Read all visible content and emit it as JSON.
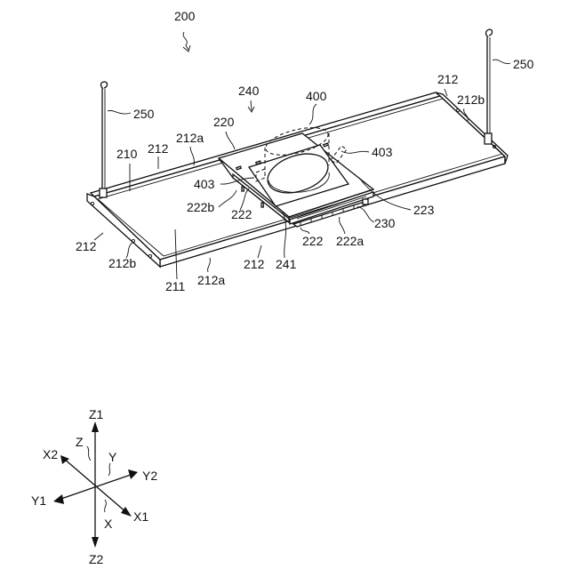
{
  "figure": {
    "number": "200",
    "labels": {
      "l250_left": "250",
      "l250_right": "250",
      "l240": "240",
      "l400": "400",
      "l220": "220",
      "l212_top_right": "212",
      "l212b_top_right": "212b",
      "l210": "210",
      "l212_top_left": "212",
      "l212a_top_left": "212a",
      "l403_right": "403",
      "l403_left": "403",
      "l222b": "222b",
      "l222_left": "222",
      "l223": "223",
      "l230": "230",
      "l222_bottom": "222",
      "l222a": "222a",
      "l212_left": "212",
      "l212b_left": "212b",
      "l212_bottom": "212",
      "l241": "241",
      "l211": "211",
      "l212a_bottom": "212a"
    }
  },
  "axes": {
    "z1": "Z1",
    "z2": "Z2",
    "z": "Z",
    "x1": "X1",
    "x2": "X2",
    "x": "X",
    "y1": "Y1",
    "y2": "Y2",
    "y": "Y"
  }
}
